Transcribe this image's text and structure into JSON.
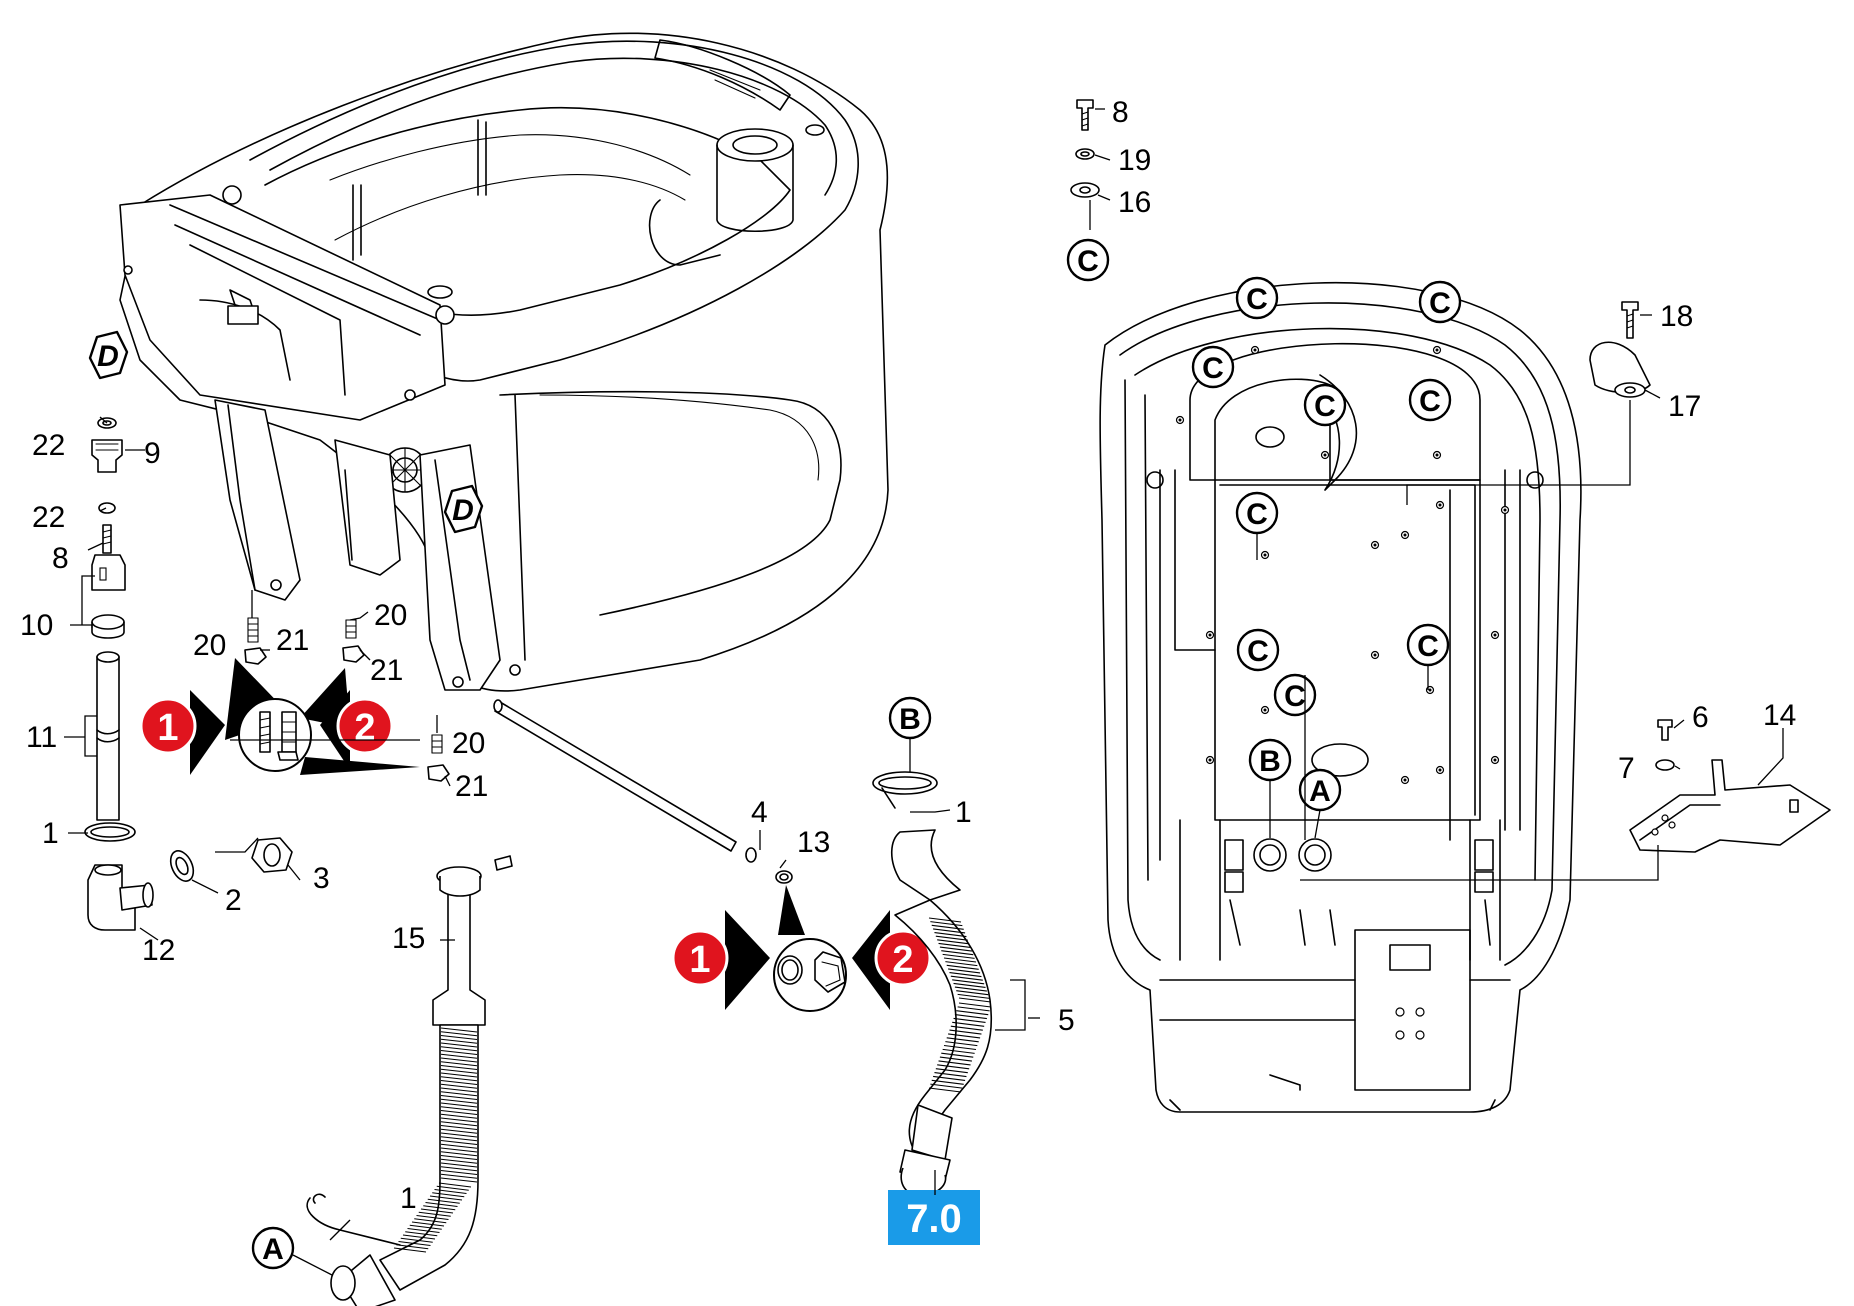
{
  "diagram": {
    "part_numbers": {
      "n1a": "1",
      "n1b": "1",
      "n1c": "1",
      "n2": "2",
      "n3": "3",
      "n4": "4",
      "n5": "5",
      "n6": "6",
      "n7": "7",
      "n8a": "8",
      "n8b": "8",
      "n9": "9",
      "n10": "10",
      "n11": "11",
      "n12": "12",
      "n13": "13",
      "n14": "14",
      "n15": "15",
      "n16": "16",
      "n17": "17",
      "n18": "18",
      "n19": "19",
      "n20a": "20",
      "n20b": "20",
      "n20c": "20",
      "n21a": "21",
      "n21b": "21",
      "n21c": "21",
      "n22a": "22",
      "n22b": "22"
    },
    "callouts": {
      "D": "D",
      "C": "C",
      "B": "B",
      "A": "A"
    },
    "variants": {
      "v1": "1",
      "v2": "2"
    },
    "page_reference": "7.0",
    "colors": {
      "variant_badge": "#e0141e",
      "page_badge": "#1a9be8"
    }
  }
}
